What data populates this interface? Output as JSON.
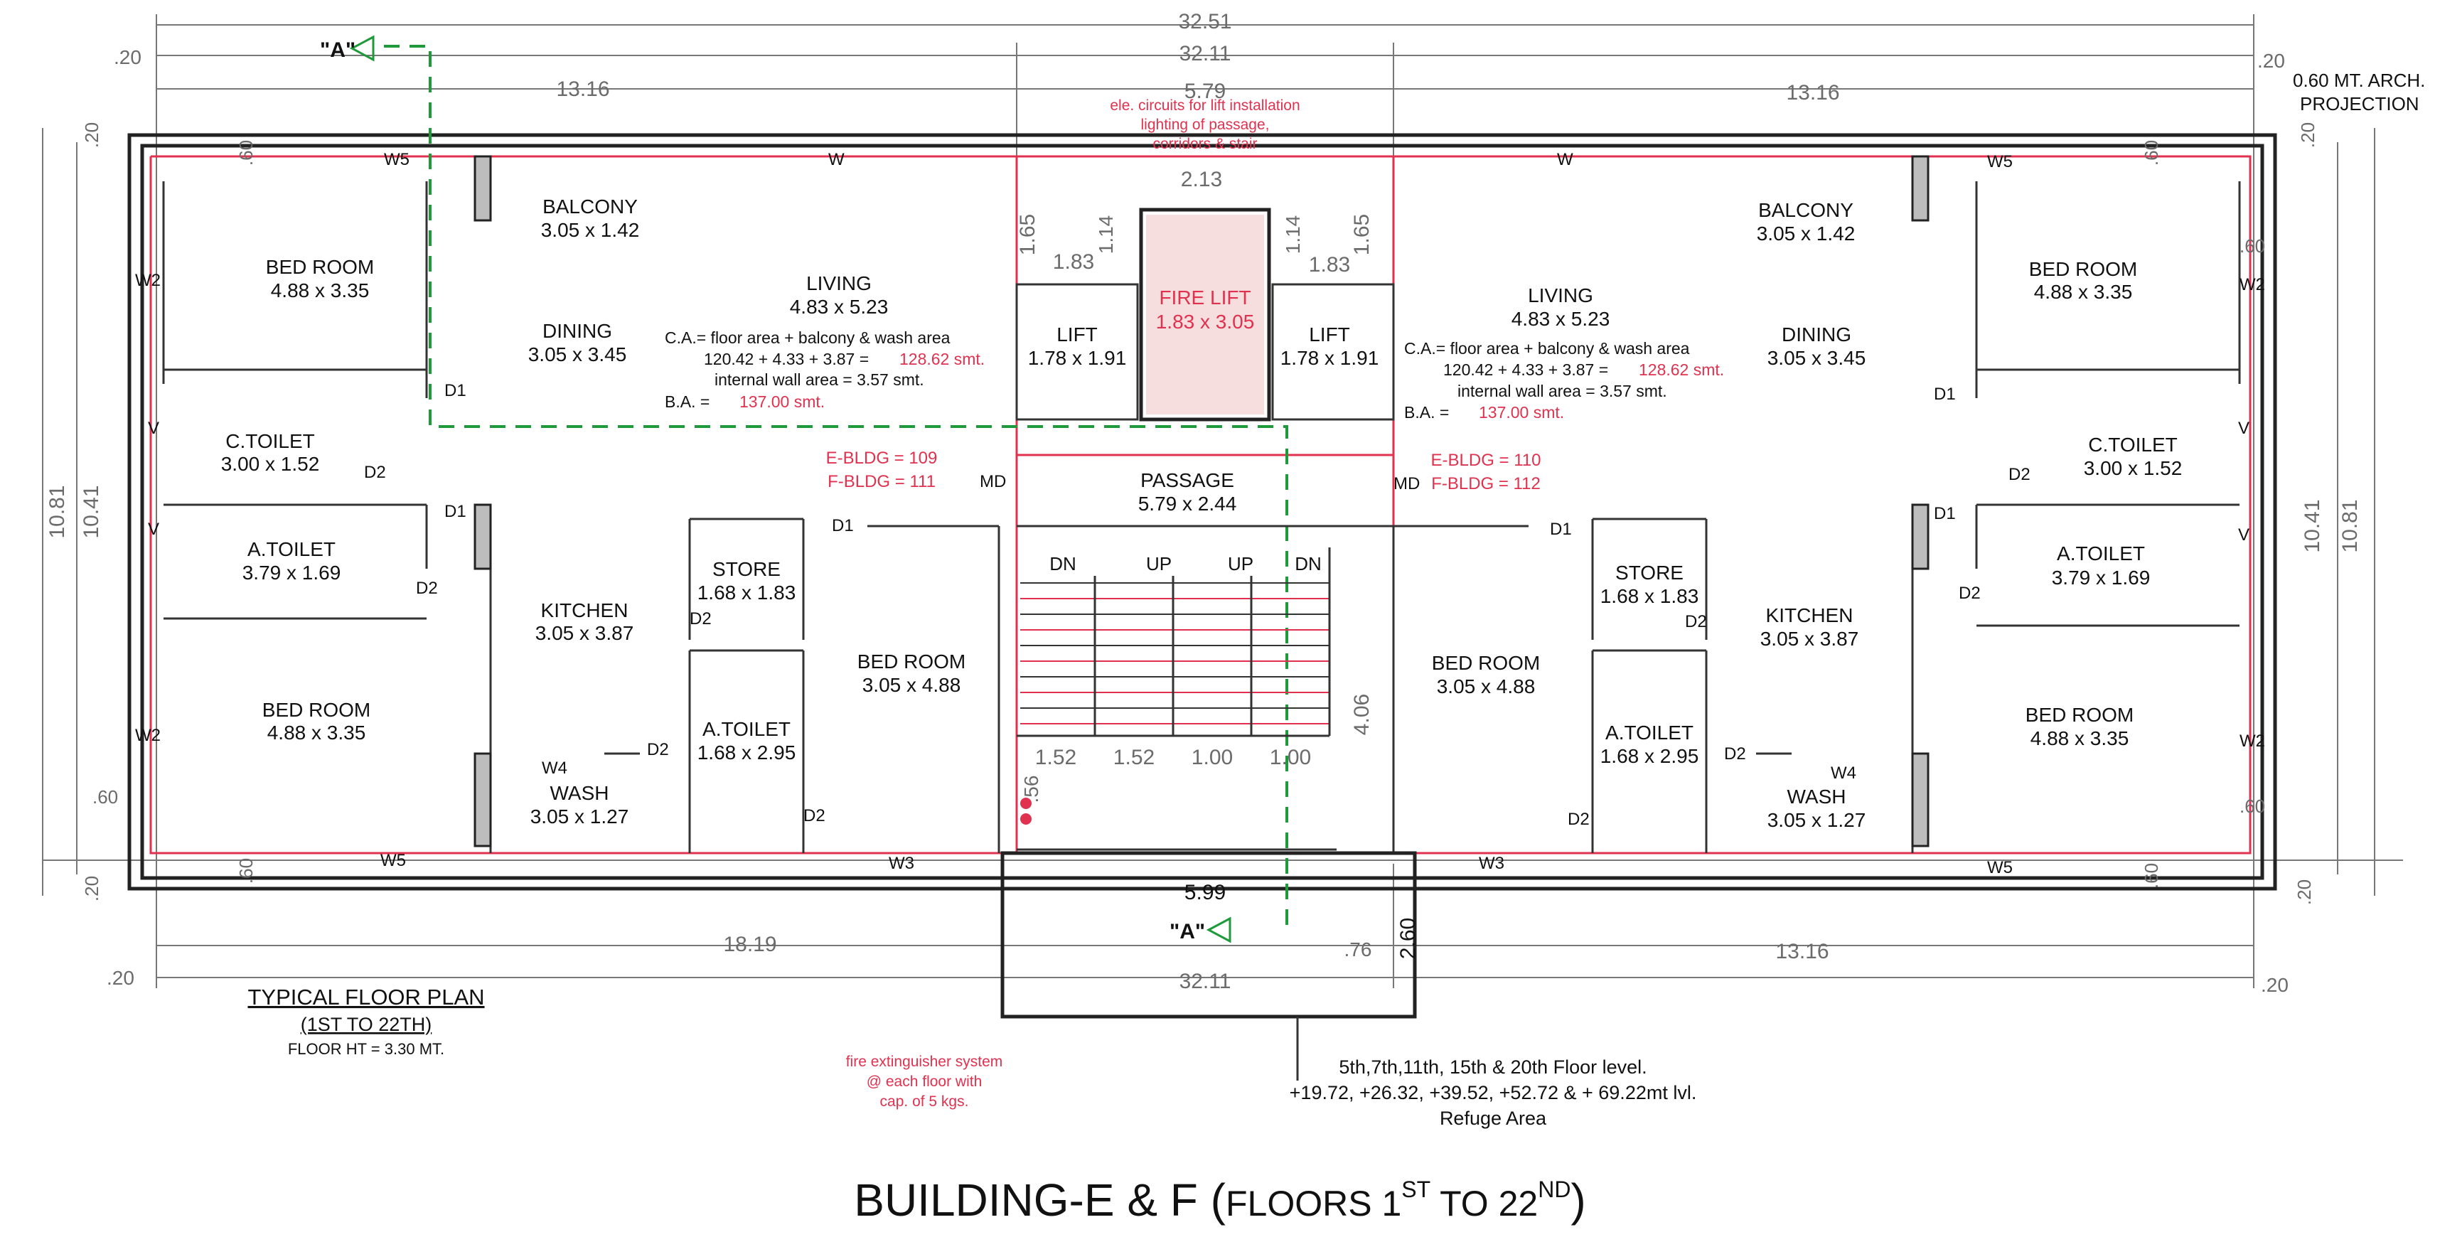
{
  "dimensions": {
    "overall_top": "32.51",
    "inner_top": "32.11",
    "left_wing_top": "13.16",
    "core_top": "5.79",
    "right_wing_top": "13.16",
    "left_offset_top": ".20",
    "right_offset_top": ".20",
    "left_height_outer": "10.81",
    "left_height_inner": "10.41",
    "right_height_outer": "10.81",
    "right_height_inner": "10.41",
    "left_top_edge": ".20",
    "left_bottom_edge": ".20",
    "right_top_edge": ".20",
    "right_bottom_edge": ".20",
    "left_bottom_span": "18.19",
    "right_bottom_span": "13.16",
    "bottom_inner": "32.11",
    "bottom_offset_left": ".20",
    "bottom_offset_right": ".20",
    "passage_width": "5.99",
    "refuge_depth": "2.60",
    "small_offset": ".76",
    "lift_gap_left": "1.65",
    "lift_gap_right": "1.65",
    "lift_core_width": "2.13",
    "lift_left_w": "1.83",
    "lift_right_w": "1.83",
    "lift_left_h": "1.14",
    "lift_right_h": "1.14",
    "stair_1": "1.52",
    "stair_2": "1.52",
    "stair_3": "1.00",
    "stair_4": "1.00",
    "stair_depth": "4.06",
    "stair_landing": ".56",
    "wall_60": ".60"
  },
  "projection_note": [
    "0.60 MT. ARCH.",
    "PROJECTION"
  ],
  "section_marker": "\"A\"",
  "core_note": [
    "ele. circuits for lift installation",
    "lighting of passage,",
    "corridors & stair"
  ],
  "fire_note": [
    "fire extinguisher system",
    "@ each floor with",
    "cap. of 5 kgs."
  ],
  "refuge_note": [
    "5th,7th,11th, 15th & 20th Floor level.",
    "+19.72, +26.32, +39.52, +52.72 & + 69.22mt lvl.",
    "Refuge Area"
  ],
  "plan_title": "TYPICAL FLOOR PLAN",
  "plan_subtitle": "(1ST TO 22TH)",
  "floor_height": "FLOOR HT = 3.30 MT.",
  "caption": {
    "main": "BUILDING-E & F (",
    "floors": "FLOORS 1",
    "sup1": "ST",
    "to": " TO 22",
    "sup2": "ND",
    "close": ")"
  },
  "left_unit": {
    "bed_top": [
      "BED ROOM",
      "4.88 x 3.35"
    ],
    "balcony": [
      "BALCONY",
      "3.05 x 1.42"
    ],
    "dining": [
      "DINING",
      "3.05 x 3.45"
    ],
    "living": [
      "LIVING",
      "4.83 x 5.23"
    ],
    "ca_line1": "C.A.= floor area + balcony  & wash area",
    "ca_line2": "120.42 +  4.33  + 3.87  =",
    "ca_total": "128.62 smt.",
    "ca_line3": "internal  wall area = 3.57 smt.",
    "ba_label": "B.A.   =",
    "ba_value": "137.00  smt.",
    "ctoilet": [
      "C.TOILET",
      "3.00 x 1.52"
    ],
    "atoilet": [
      "A.TOILET",
      "3.79 x 1.69"
    ],
    "kitchen": [
      "KITCHEN",
      "3.05 x 3.87"
    ],
    "store": [
      "STORE",
      "1.68 x 1.83"
    ],
    "atoilet2": [
      "A.TOILET",
      "1.68 x 2.95"
    ],
    "bed_mid": [
      "BED ROOM",
      "3.05 x 4.88"
    ],
    "bed_bottom": [
      "BED ROOM",
      "4.88 x 3.35"
    ],
    "wash": [
      "WASH",
      "3.05 x 1.27"
    ],
    "bldg_e": "E-BLDG = 109",
    "bldg_f": "F-BLDG = 111"
  },
  "right_unit": {
    "bed_top": [
      "BED ROOM",
      "4.88 x 3.35"
    ],
    "balcony": [
      "BALCONY",
      "3.05 x 1.42"
    ],
    "dining": [
      "DINING",
      "3.05 x 3.45"
    ],
    "living": [
      "LIVING",
      "4.83 x 5.23"
    ],
    "ca_line1": "C.A.= floor area + balcony  & wash area",
    "ca_line2": "120.42 +  4.33  + 3.87  =",
    "ca_total": "128.62 smt.",
    "ca_line3": "internal  wall area = 3.57 smt.",
    "ba_label": "B.A.   =",
    "ba_value": "137.00  smt.",
    "ctoilet": [
      "C.TOILET",
      "3.00 x 1.52"
    ],
    "atoilet": [
      "A.TOILET",
      "3.79 x 1.69"
    ],
    "kitchen": [
      "KITCHEN",
      "3.05 x 3.87"
    ],
    "store": [
      "STORE",
      "1.68 x 1.83"
    ],
    "atoilet2": [
      "A.TOILET",
      "1.68 x 2.95"
    ],
    "bed_mid": [
      "BED ROOM",
      "3.05 x 4.88"
    ],
    "bed_bottom": [
      "BED ROOM",
      "4.88 x 3.35"
    ],
    "wash": [
      "WASH",
      "3.05 x 1.27"
    ],
    "bldg_e": "E-BLDG = 110",
    "bldg_f": "F-BLDG = 112"
  },
  "core": {
    "lift_left": [
      "LIFT",
      "1.78 x 1.91"
    ],
    "lift_right": [
      "LIFT",
      "1.78 x 1.91"
    ],
    "fire_lift": [
      "FIRE LIFT",
      "1.83 x 3.05"
    ],
    "passage": [
      "PASSAGE",
      "5.79 x 2.44"
    ],
    "stair_dn1": "DN",
    "stair_up1": "UP",
    "stair_up2": "UP",
    "stair_dn2": "DN"
  },
  "tags": {
    "w": "W",
    "w2": "W2",
    "w3": "W3",
    "w4": "W4",
    "w5": "W5",
    "v": "V",
    "d1": "D1",
    "d2": "D2",
    "md": "MD"
  }
}
